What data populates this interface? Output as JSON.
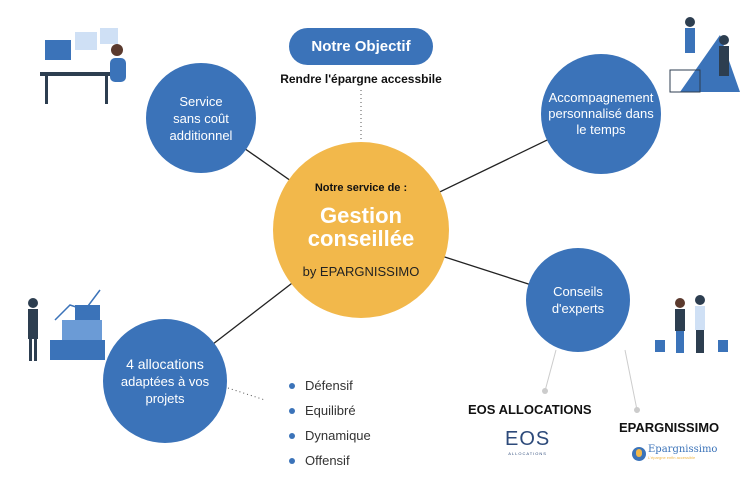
{
  "objective": {
    "button": "Notre Objectif",
    "subtitle": "Rendre l'épargne accessbile"
  },
  "center": {
    "intro": "Notre service de :",
    "title_line1": "Gestion",
    "title_line2": "conseillée",
    "by": "by EPARGNISSIMO"
  },
  "nodes": {
    "service": [
      "Service",
      "sans coût",
      "additionnel"
    ],
    "accompagnement": [
      "Accompagnement",
      "personnalisé dans",
      "le temps"
    ],
    "conseils": [
      "Conseils",
      "d'experts"
    ],
    "allocations": [
      "4 allocations",
      "adaptées à vos",
      "projets"
    ]
  },
  "allocation_list": [
    "Défensif",
    "Equilibré",
    "Dynamique",
    "Offensif"
  ],
  "partners": [
    {
      "name": "EOS ALLOCATIONS",
      "logo": "EOS",
      "logo_sub": "ALLOCATIONS"
    },
    {
      "name": "EPARGNISSIMO",
      "logo": "Epargnissimo",
      "logo_sub": "L'épargne enfin accessible"
    }
  ],
  "colors": {
    "blue": "#3B73B9",
    "yellow": "#F2B84B"
  }
}
